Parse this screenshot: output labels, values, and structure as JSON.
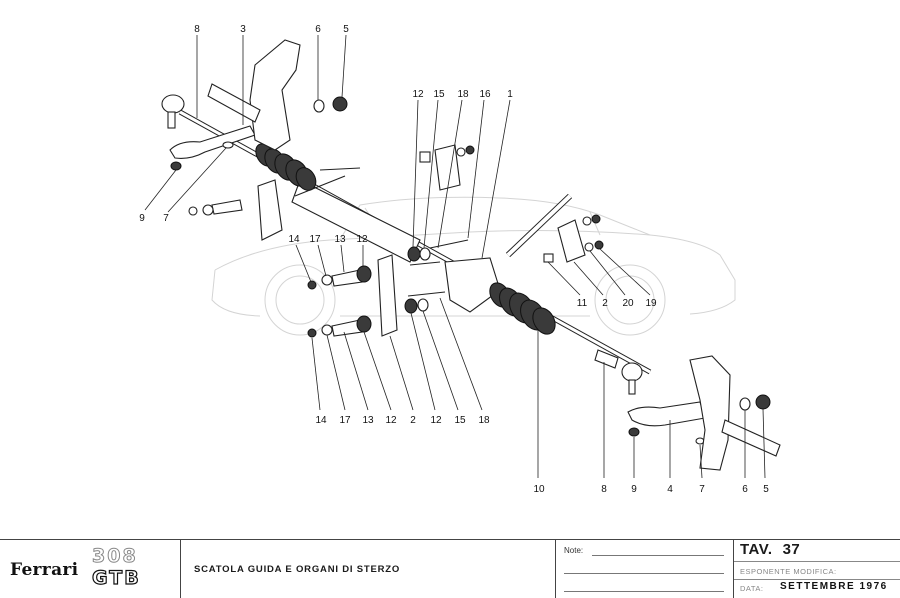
{
  "diagram": {
    "subject": "Steering box and steering linkage exploded view",
    "callouts": [
      {
        "id": "c-8-top",
        "label": "8"
      },
      {
        "id": "c-3-top",
        "label": "3"
      },
      {
        "id": "c-6-top",
        "label": "6"
      },
      {
        "id": "c-5-top",
        "label": "5"
      },
      {
        "id": "c-12-top",
        "label": "12"
      },
      {
        "id": "c-15-top",
        "label": "15"
      },
      {
        "id": "c-18-top",
        "label": "18"
      },
      {
        "id": "c-16-top",
        "label": "16"
      },
      {
        "id": "c-1-top",
        "label": "1"
      },
      {
        "id": "c-9-left",
        "label": "9"
      },
      {
        "id": "c-7-left",
        "label": "7"
      },
      {
        "id": "c-14-mid",
        "label": "14"
      },
      {
        "id": "c-17-mid",
        "label": "17"
      },
      {
        "id": "c-13-mid",
        "label": "13"
      },
      {
        "id": "c-12-mid",
        "label": "12"
      },
      {
        "id": "c-11-right",
        "label": "11"
      },
      {
        "id": "c-2-right",
        "label": "2"
      },
      {
        "id": "c-20-right",
        "label": "20"
      },
      {
        "id": "c-19-right",
        "label": "19"
      },
      {
        "id": "c-14-bot",
        "label": "14"
      },
      {
        "id": "c-17-bot",
        "label": "17"
      },
      {
        "id": "c-13-bot",
        "label": "13"
      },
      {
        "id": "c-12a-bot",
        "label": "12"
      },
      {
        "id": "c-2-bot",
        "label": "2"
      },
      {
        "id": "c-12b-bot",
        "label": "12"
      },
      {
        "id": "c-15-bot",
        "label": "15"
      },
      {
        "id": "c-18-bot",
        "label": "18"
      },
      {
        "id": "c-10-bot",
        "label": "10"
      },
      {
        "id": "c-8-bot",
        "label": "8"
      },
      {
        "id": "c-9-bot",
        "label": "9"
      },
      {
        "id": "c-4-bot",
        "label": "4"
      },
      {
        "id": "c-7-bot",
        "label": "7"
      },
      {
        "id": "c-6-bot",
        "label": "6"
      },
      {
        "id": "c-5-bot",
        "label": "5"
      }
    ]
  },
  "titleblock": {
    "brand": "Ferrari",
    "model_line1": "308",
    "model_line2": "GTB",
    "description": "SCATOLA GUIDA E ORGANI DI STERZO",
    "notes_label": "Note:",
    "tav_label": "TAV.",
    "tav_number": "37",
    "esponente_label": "ESPONENTE MODIFICA:",
    "data_label": "DATA:",
    "data_value": "SETTEMBRE 1976"
  }
}
